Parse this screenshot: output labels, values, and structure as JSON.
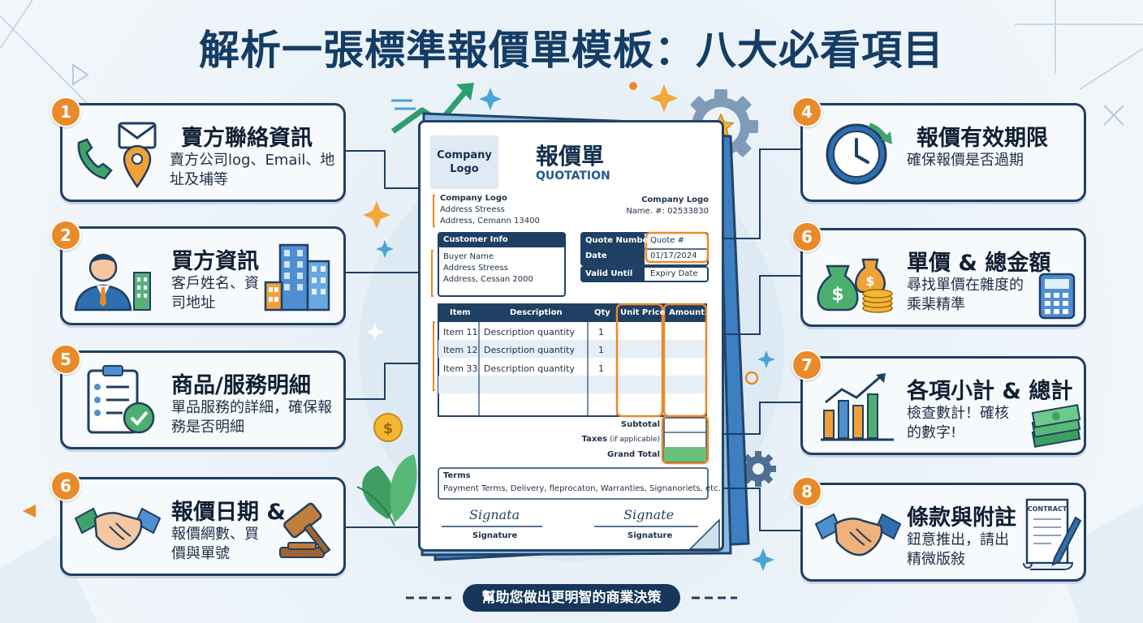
{
  "title": "解析一張標準報價單模板：八大必看項目",
  "footer": "幫助您做出更明智的商業決策",
  "colors": {
    "navy": "#1f3f63",
    "orange": "#e98a2a",
    "green": "#4caf6e",
    "light_blue": "#dce9f5"
  },
  "cards": [
    {
      "badge": "1",
      "heading": "賣方聯絡資訊",
      "desc": "賣方公司log、Email、地址及埔等",
      "icons": [
        "envelope-icon",
        "phone-icon",
        "location-pin-icon"
      ]
    },
    {
      "badge": "2",
      "heading": "買方資訊",
      "desc": "客戶姓名、資司地址",
      "icons": [
        "businessman-icon",
        "buildings-icon"
      ]
    },
    {
      "badge": "5",
      "heading": "商品/服務明細",
      "desc": "單品服務的詳細，確保報務是否明細",
      "icons": [
        "checklist-icon",
        "check-badge-icon"
      ]
    },
    {
      "badge": "6",
      "heading": "報價日期 &",
      "desc": "報價網數、買價與單號",
      "icons": [
        "handshake-icon",
        "gavel-icon"
      ]
    },
    {
      "badge": "4",
      "heading": "報價有效期限",
      "desc": "確保報價是否過期",
      "icons": [
        "clock-icon"
      ]
    },
    {
      "badge": "6",
      "heading": "單價 & 總金額",
      "desc": "尋找單價在雜度的乘棐精準",
      "icons": [
        "money-bag-icon",
        "coins-icon",
        "calculator-icon"
      ]
    },
    {
      "badge": "7",
      "heading": "各項小計 & 總計",
      "desc": "檢查數計！確核的數字!",
      "icons": [
        "bar-chart-icon",
        "cash-stack-icon"
      ]
    },
    {
      "badge": "8",
      "heading": "條款與附註",
      "desc": "鈕意推出，請出精微版敍",
      "icons": [
        "handshake-icon",
        "contract-icon",
        "pen-icon"
      ]
    }
  ],
  "doc": {
    "logo_placeholder": "Company\nLogo",
    "title_zh": "報價單",
    "title_en": "QUOTATION",
    "seller": {
      "line1": "Company Logo",
      "line2": "Address Streess",
      "line3": "Address, Cemann 13400"
    },
    "seller_right": {
      "line1": "Company Logo",
      "line2": "Name. #:  02533830"
    },
    "customer": {
      "header": "Customer Info",
      "line1": "Buyer Name",
      "line2": "Address Streess",
      "line3": "Address, Cessan 2000"
    },
    "quote_fields": [
      {
        "label": "Quote Number",
        "value": "Quote #"
      },
      {
        "label": "Date",
        "value": "01/17/2024"
      },
      {
        "label": "Valid Until",
        "value": "Expiry Date"
      }
    ],
    "table": {
      "headers": [
        "Item",
        "Description",
        "Qty",
        "Unit Price",
        "Amount"
      ],
      "rows": [
        [
          "Item 11",
          "Description quantity",
          "1",
          "",
          ""
        ],
        [
          "Item 12",
          "Description quantity",
          "1",
          "",
          ""
        ],
        [
          "Item 33",
          "Description quantity",
          "1",
          "",
          ""
        ]
      ]
    },
    "totals": {
      "subtotal": "Subtotal",
      "taxes": "Taxes",
      "taxes_note": "(if applicable)",
      "grand_total": "Grand Total"
    },
    "terms": {
      "header": "Terms",
      "text": "Payment Terms, Delivery, fleprocaton, Warranties, Signanoriets, etc."
    },
    "signatures": {
      "script_left": "Signata",
      "script_right": "Signate",
      "label": "Signature"
    },
    "card_label_contract": "CONTRACT"
  }
}
